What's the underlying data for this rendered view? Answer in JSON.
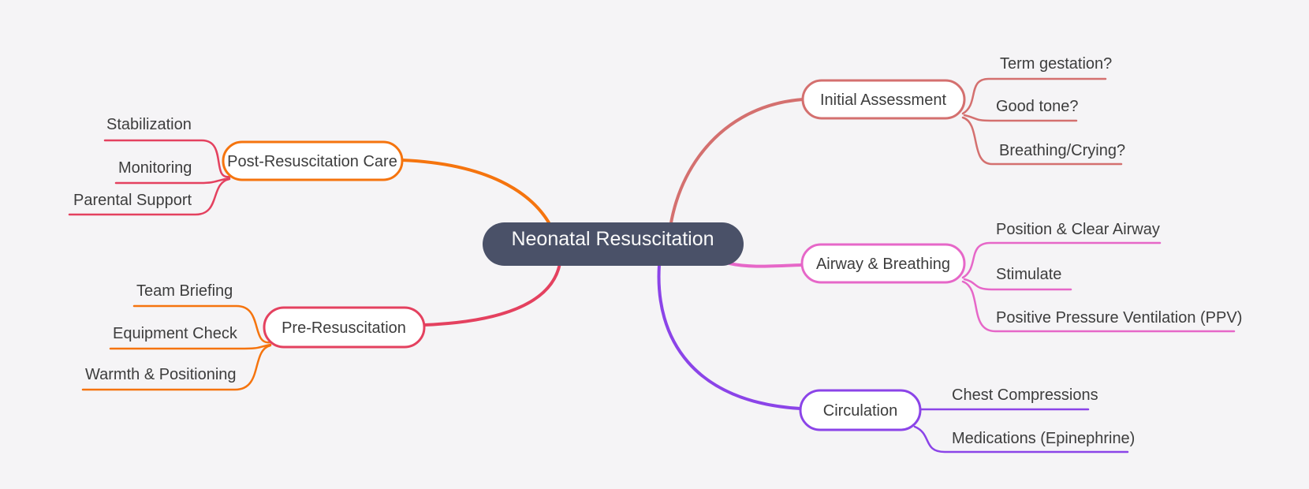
{
  "app": {
    "type": "mind-map",
    "background": "#f5f4f6",
    "text_color": "#3d3d3d"
  },
  "root": {
    "label": "Neonatal Resuscitation",
    "fill": "#4a5168",
    "text_color": "#fafafa"
  },
  "branches": [
    {
      "label": "Initial Assessment",
      "color": "#d4706f",
      "children_color": "#d4706f",
      "children": [
        "Term gestation?",
        "Good tone?",
        "Breathing/Crying?"
      ]
    },
    {
      "label": "Airway & Breathing",
      "color": "#e667c8",
      "children_color": "#e667c8",
      "children": [
        "Position & Clear Airway",
        "Stimulate",
        "Positive Pressure Ventilation (PPV)"
      ]
    },
    {
      "label": "Circulation",
      "color": "#8b44e8",
      "children_color": "#8b44e8",
      "children": [
        "Chest Compressions",
        "Medications (Epinephrine)"
      ]
    },
    {
      "label": "Post-Resuscitation Care",
      "color": "#f5740e",
      "children_color": "#e4415f",
      "children": [
        "Stabilization",
        "Monitoring",
        "Parental Support"
      ]
    },
    {
      "label": "Pre-Resuscitation",
      "color": "#e4415f",
      "children_color": "#f5740e",
      "children": [
        "Team Briefing",
        "Equipment Check",
        "Warmth & Positioning"
      ]
    }
  ]
}
